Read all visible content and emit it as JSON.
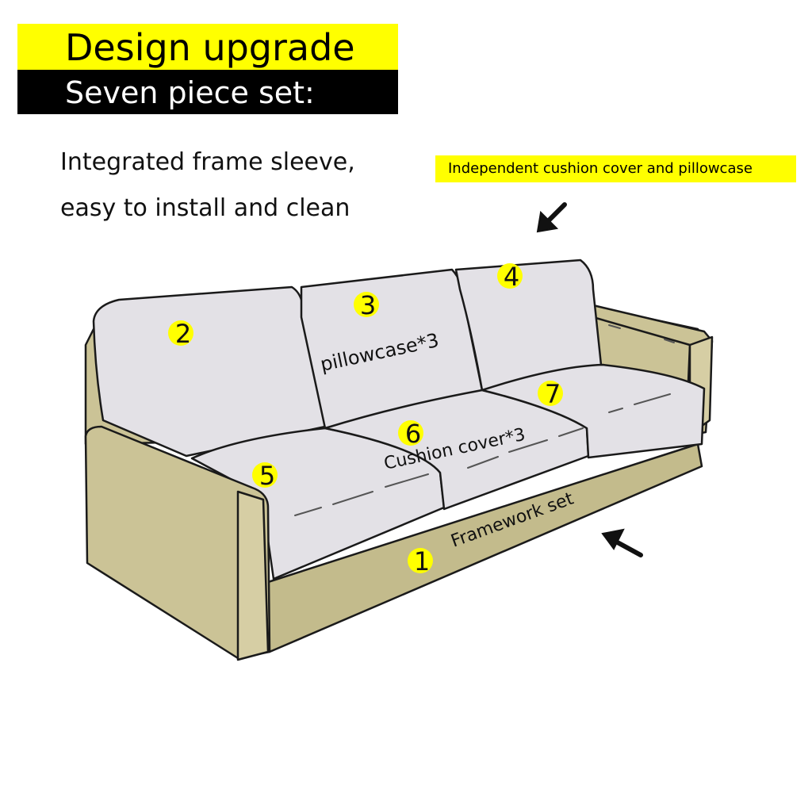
{
  "header": {
    "title": "Design upgrade",
    "subtitle": "Seven piece set:"
  },
  "intro": {
    "line1": "Integrated frame sleeve,",
    "line2": "easy to install and clean"
  },
  "callout": {
    "text": "Independent cushion cover and pillowcase"
  },
  "labels": {
    "pillowcase": "pillowcase*3",
    "cushion": "Cushion cover*3",
    "framework": "Framework set"
  },
  "markers": [
    "1",
    "2",
    "3",
    "4",
    "5",
    "6",
    "7"
  ],
  "colors": {
    "highlight": "#ffff00",
    "frame": "#cbc396",
    "cushion": "#e3e1e6",
    "outline": "#1a1a1a"
  }
}
